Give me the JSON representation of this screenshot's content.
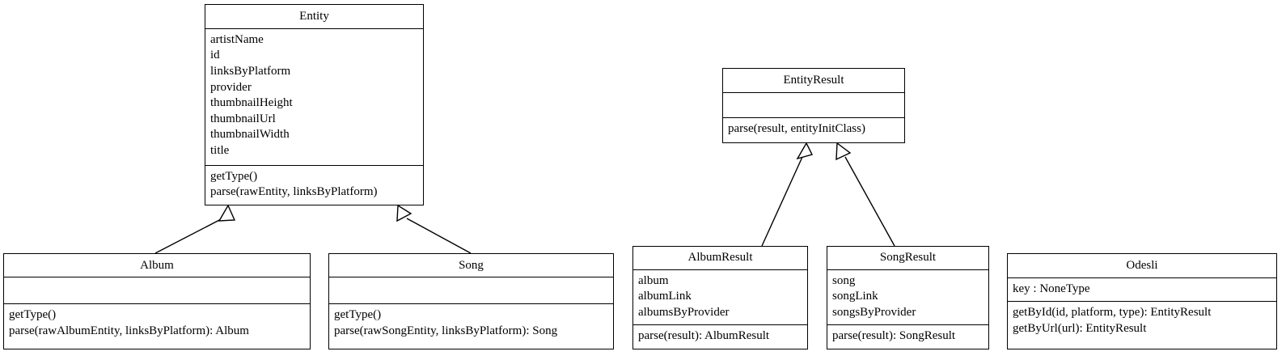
{
  "diagram": {
    "kind": "uml-class-diagram",
    "title": "",
    "background_color": "#ffffff",
    "line_color": "#000000",
    "text_color": "#000000",
    "relationship_type": "generalization",
    "arrowhead": "hollow-triangle"
  },
  "classes": {
    "entity": {
      "name": "Entity",
      "attributes": [
        "artistName",
        "id",
        "linksByPlatform",
        "provider",
        "thumbnailHeight",
        "thumbnailUrl",
        "thumbnailWidth",
        "title"
      ],
      "operations": [
        "getType()",
        "parse(rawEntity, linksByPlatform)"
      ]
    },
    "album": {
      "name": "Album",
      "attributes": [],
      "operations": [
        "getType()",
        "parse(rawAlbumEntity, linksByPlatform): Album"
      ]
    },
    "song": {
      "name": "Song",
      "attributes": [],
      "operations": [
        "getType()",
        "parse(rawSongEntity, linksByPlatform): Song"
      ]
    },
    "entity_result": {
      "name": "EntityResult",
      "attributes": [],
      "operations": [
        "parse(result, entityInitClass)"
      ]
    },
    "album_result": {
      "name": "AlbumResult",
      "attributes": [
        "album",
        "albumLink",
        "albumsByProvider"
      ],
      "operations": [
        "parse(result): AlbumResult"
      ]
    },
    "song_result": {
      "name": "SongResult",
      "attributes": [
        "song",
        "songLink",
        "songsByProvider"
      ],
      "operations": [
        "parse(result): SongResult"
      ]
    },
    "odesli": {
      "name": "Odesli",
      "attributes": [
        "key : NoneType"
      ],
      "operations": [
        "getById(id, platform, type): EntityResult",
        "getByUrl(url): EntityResult"
      ]
    }
  },
  "relationships": [
    {
      "from": "Album",
      "to": "Entity",
      "type": "generalization"
    },
    {
      "from": "Song",
      "to": "Entity",
      "type": "generalization"
    },
    {
      "from": "AlbumResult",
      "to": "EntityResult",
      "type": "generalization"
    },
    {
      "from": "SongResult",
      "to": "EntityResult",
      "type": "generalization"
    }
  ]
}
